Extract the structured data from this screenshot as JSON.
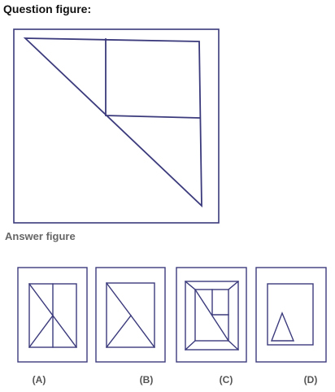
{
  "question": {
    "heading": "Question figure:"
  },
  "answers": {
    "heading": "Answer figure",
    "options": [
      {
        "label": "(A)"
      },
      {
        "label": "(B)"
      },
      {
        "label": "(C)"
      },
      {
        "label": "(D)"
      }
    ]
  },
  "colors": {
    "line": "#3b3a7c"
  }
}
